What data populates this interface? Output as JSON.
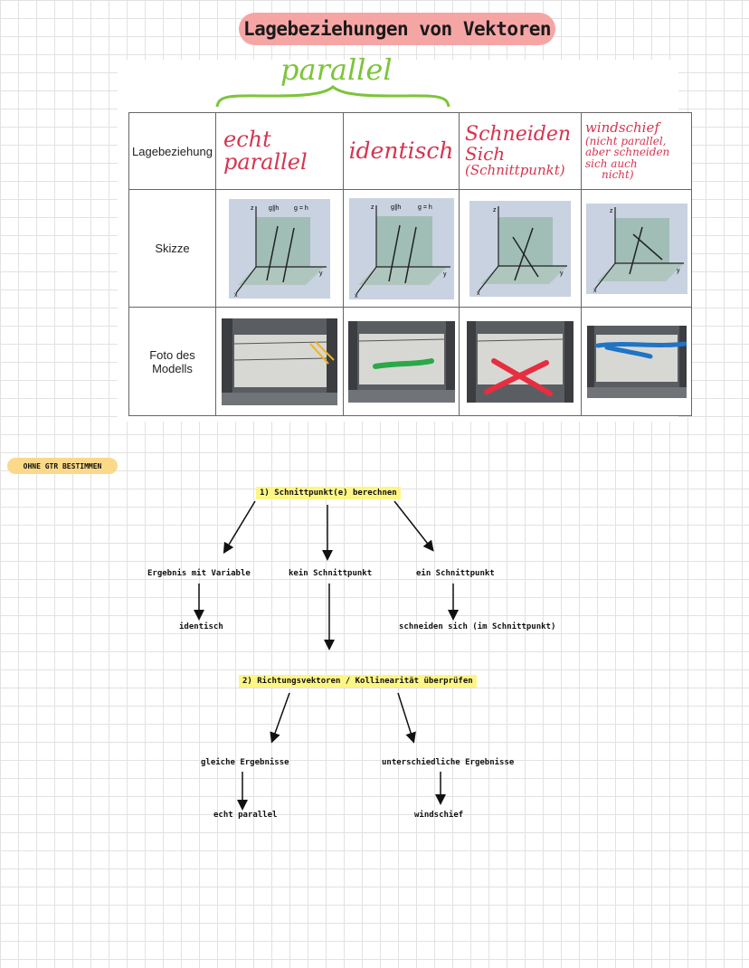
{
  "title": "Lagebeziehungen von Vektoren",
  "parallel_label": "parallel",
  "table": {
    "row_labels": [
      "Lagebeziehung",
      "Skizze",
      "Foto des Modells"
    ],
    "columns": [
      {
        "line1": "echt",
        "line2": "parallel",
        "line3": "",
        "line4": "",
        "line5": ""
      },
      {
        "line1": "identisch",
        "line2": "",
        "line3": "",
        "line4": "",
        "line5": ""
      },
      {
        "line1": "Schneiden",
        "line2": "Sich",
        "line3": "(Schnittpunkt)",
        "line4": "",
        "line5": ""
      },
      {
        "line1": "windschief",
        "line2": "(nicht parallel,",
        "line3": "aber schneiden",
        "line4": "sich auch",
        "line5": "nicht)"
      }
    ],
    "sketch_labels": {
      "gh": "g∥h",
      "geq": "g = h",
      "z": "z",
      "y": "y",
      "x": "x"
    }
  },
  "tag": "OHNE GTR BESTIMMEN",
  "flow": {
    "step1": "1) Schnittpunkt(e) berechnen",
    "branch_a": "Ergebnis mit Variable",
    "branch_b": "kein Schnittpunkt",
    "branch_c": "ein Schnittpunkt",
    "result_a": "identisch",
    "result_c": "schneiden sich (im Schnittpunkt)",
    "step2": "2) Richtungsvektoren / Kollinearität überprüfen",
    "branch_d": "gleiche Ergebnisse",
    "branch_e": "unterschiedliche Ergebnisse",
    "result_d": "echt parallel",
    "result_e": "windschief"
  },
  "colors": {
    "title_bg": "#f6a5a5",
    "parallel": "#7cc43a",
    "red": "#d6344f",
    "highlight": "#fdf686",
    "tag_bg": "#fcd98a"
  }
}
